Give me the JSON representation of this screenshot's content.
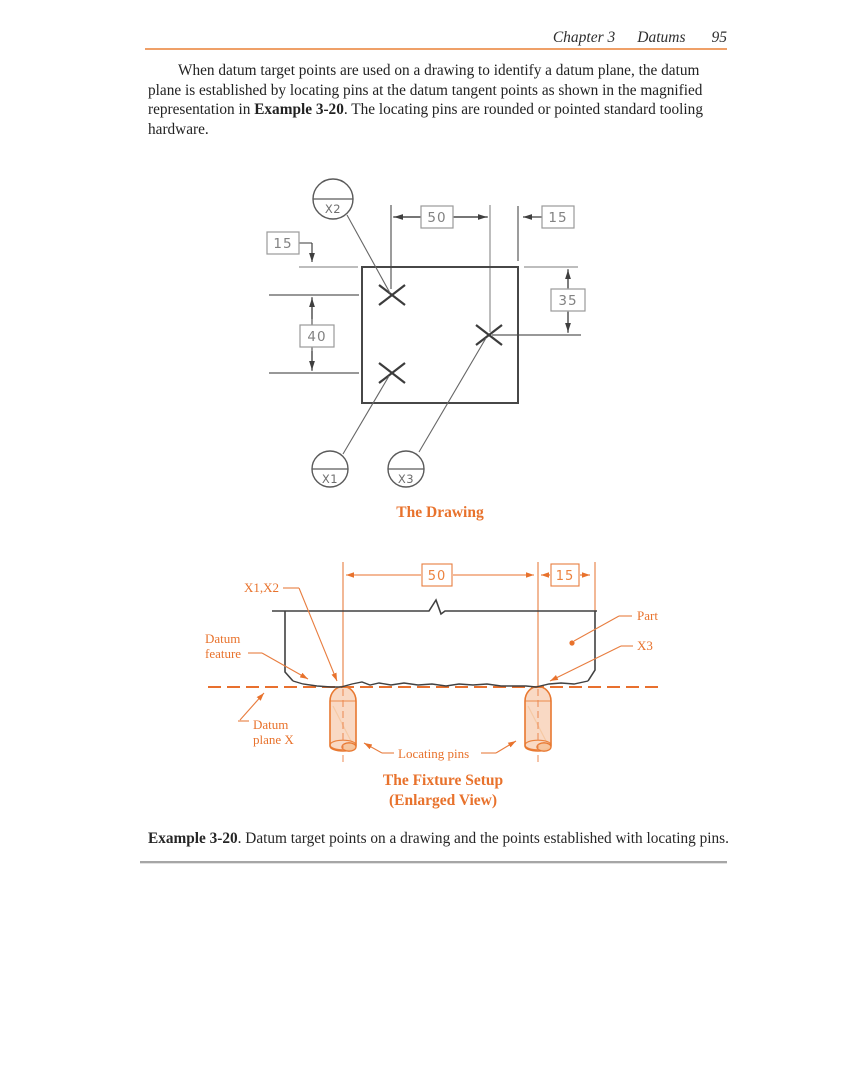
{
  "header": {
    "chapter": "Chapter 3",
    "title": "Datums",
    "page_number": "95"
  },
  "intro": {
    "before": "When datum target points are used on a drawing to identify a datum plane, the datum plane is established by locating pins at the datum tangent points as shown in the magnified representation in ",
    "bold": "Example 3-20",
    "after": ". The locating pins are rounded or pointed standard tooling hardware."
  },
  "drawing": {
    "title": "The Drawing",
    "dims": {
      "left_offset": "15",
      "width": "50",
      "right_offset": "15",
      "left_height": "40",
      "right_height": "35"
    },
    "targets": {
      "x1": "X1",
      "x2": "X2",
      "x3": "X3"
    }
  },
  "fixture": {
    "title1": "The Fixture Setup",
    "title2": "(Enlarged View)",
    "dims": {
      "width": "50",
      "right_offset": "15"
    },
    "labels": {
      "x1x2": "X1,X2",
      "datum_feature1": "Datum",
      "datum_feature2": "feature",
      "part": "Part",
      "x3": "X3",
      "datum_plane1": "Datum",
      "datum_plane2": "plane X",
      "locating_pins": "Locating pins"
    }
  },
  "caption": {
    "bold": "Example 3-20",
    "rest": ". Datum target points on a drawing and the points established with locating pins."
  },
  "colors": {
    "accent_orange": "#e8722c",
    "rule_orange": "#efa068",
    "dark_line": "#414141",
    "light_line": "#bdbdbd",
    "dim_text_gray": "#828282"
  }
}
